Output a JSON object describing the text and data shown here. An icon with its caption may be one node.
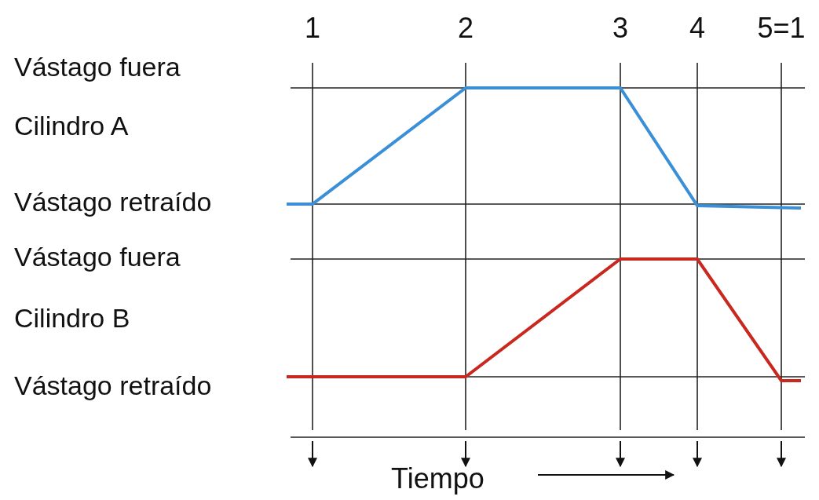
{
  "diagram": {
    "labels": [
      "1",
      "2",
      "3",
      "4",
      "5=1",
      "Vástago fuera",
      "Cilindro A",
      "Vástago retraído",
      "Vástago fuera",
      "Cilindro B",
      "Vástago retraído",
      "Tiempo"
    ]
  }
}
